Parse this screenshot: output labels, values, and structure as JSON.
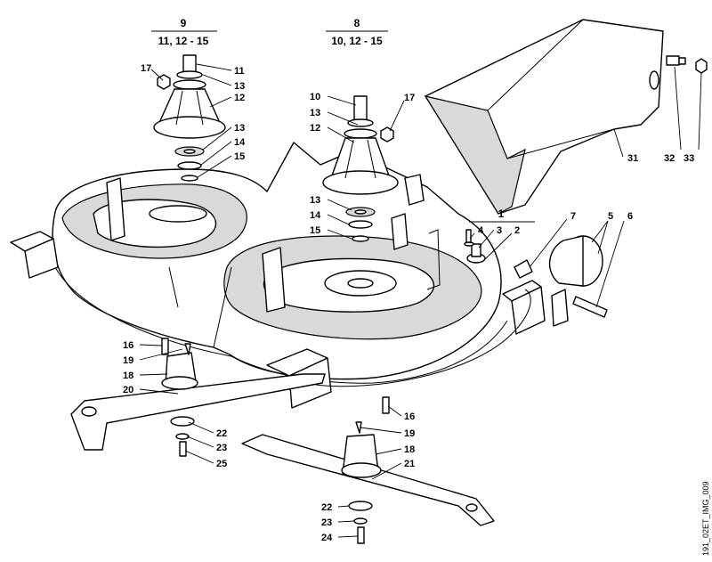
{
  "groups": [
    {
      "id": "g9",
      "number": "9",
      "items": "11, 12 - 15"
    },
    {
      "id": "g8",
      "number": "8",
      "items": "10, 12 - 15"
    },
    {
      "id": "g1",
      "number": "1",
      "items": ""
    }
  ],
  "labels": {
    "l11": "11",
    "l13a": "13",
    "l12a": "12",
    "l17a": "17",
    "l13b": "13",
    "l14a": "14",
    "l15a": "15",
    "l10": "10",
    "l13c": "13",
    "l12b": "12",
    "l17b": "17",
    "l13d": "13",
    "l14b": "14",
    "l15b": "15",
    "l4": "4",
    "l3": "3",
    "l2": "2",
    "l7": "7",
    "l5": "5",
    "l6": "6",
    "l31": "31",
    "l32": "32",
    "l33": "33",
    "l16a": "16",
    "l19a": "19",
    "l18a": "18",
    "l20": "20",
    "l22a": "22",
    "l23a": "23",
    "l25": "25",
    "l16b": "16",
    "l19b": "19",
    "l18b": "18",
    "l21": "21",
    "l22b": "22",
    "l23b": "23",
    "l24": "24"
  },
  "caption": "191_02ET_IMG_009"
}
